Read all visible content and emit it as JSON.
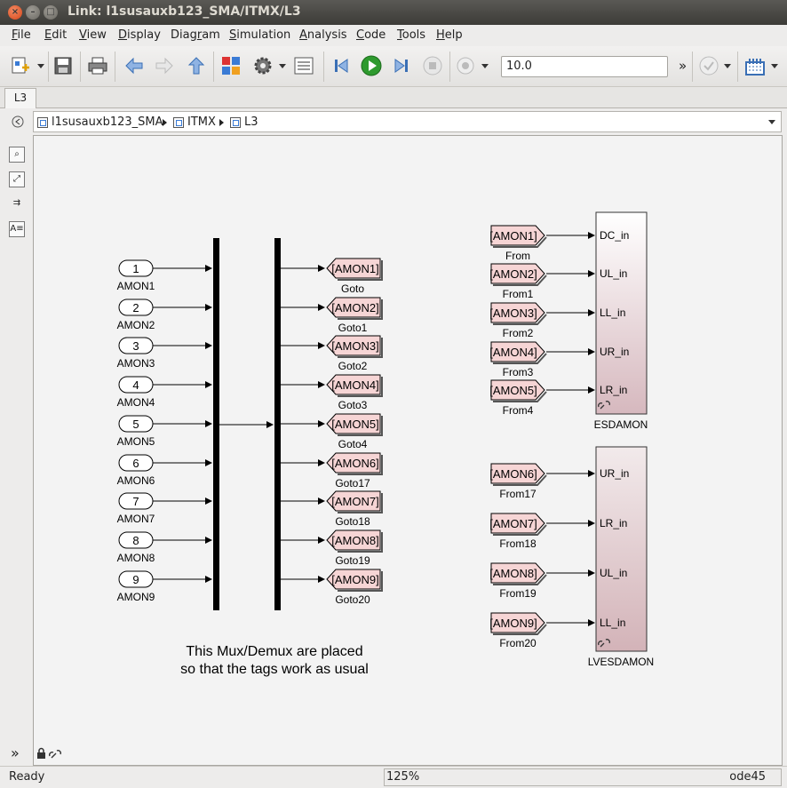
{
  "window": {
    "title": "Link: l1susauxb123_SMA/ITMX/L3"
  },
  "menu": [
    {
      "label": "File",
      "key": "F"
    },
    {
      "label": "Edit",
      "key": "E"
    },
    {
      "label": "View",
      "key": "V"
    },
    {
      "label": "Display",
      "key": "D"
    },
    {
      "label": "Diagram",
      "key": "r"
    },
    {
      "label": "Simulation",
      "key": "S"
    },
    {
      "label": "Analysis",
      "key": "A"
    },
    {
      "label": "Code",
      "key": "C"
    },
    {
      "label": "Tools",
      "key": "T"
    },
    {
      "label": "Help",
      "key": "H"
    }
  ],
  "toolbar": {
    "stop_time": "10.0",
    "more": "»"
  },
  "tabs": [
    {
      "label": "L3"
    }
  ],
  "breadcrumb": [
    "l1susauxb123_SMA",
    "ITMX",
    "L3"
  ],
  "palette": {
    "expand": "»"
  },
  "diagram": {
    "inports": [
      {
        "num": "1",
        "name": "AMON1"
      },
      {
        "num": "2",
        "name": "AMON2"
      },
      {
        "num": "3",
        "name": "AMON3"
      },
      {
        "num": "4",
        "name": "AMON4"
      },
      {
        "num": "5",
        "name": "AMON5"
      },
      {
        "num": "6",
        "name": "AMON6"
      },
      {
        "num": "7",
        "name": "AMON7"
      },
      {
        "num": "8",
        "name": "AMON8"
      },
      {
        "num": "9",
        "name": "AMON9"
      }
    ],
    "gotos": [
      {
        "tag": "[AMON1]",
        "name": "Goto"
      },
      {
        "tag": "[AMON2]",
        "name": "Goto1"
      },
      {
        "tag": "[AMON3]",
        "name": "Goto2"
      },
      {
        "tag": "[AMON4]",
        "name": "Goto3"
      },
      {
        "tag": "[AMON5]",
        "name": "Goto4"
      },
      {
        "tag": "[AMON6]",
        "name": "Goto17"
      },
      {
        "tag": "[AMON7]",
        "name": "Goto18"
      },
      {
        "tag": "[AMON8]",
        "name": "Goto19"
      },
      {
        "tag": "[AMON9]",
        "name": "Goto20"
      }
    ],
    "froms_top": [
      {
        "tag": "[AMON1]",
        "name": "From",
        "port": "DC_in"
      },
      {
        "tag": "[AMON2]",
        "name": "From1",
        "port": "UL_in"
      },
      {
        "tag": "[AMON3]",
        "name": "From2",
        "port": "LL_in"
      },
      {
        "tag": "[AMON4]",
        "name": "From3",
        "port": "UR_in"
      },
      {
        "tag": "[AMON5]",
        "name": "From4",
        "port": "LR_in"
      }
    ],
    "froms_bottom": [
      {
        "tag": "[AMON6]",
        "name": "From17",
        "port": "UR_in"
      },
      {
        "tag": "[AMON7]",
        "name": "From18",
        "port": "LR_in"
      },
      {
        "tag": "[AMON8]",
        "name": "From19",
        "port": "UL_in"
      },
      {
        "tag": "[AMON9]",
        "name": "From20",
        "port": "LL_in"
      }
    ],
    "subsystem_top": "ESDAMON",
    "subsystem_bottom": "LVESDAMON",
    "annotation": [
      "This Mux/Demux are placed",
      "so that the tags work as usual"
    ],
    "colors": {
      "tag_fill": "#f6d5d5",
      "subsystem_top": "#ffffff",
      "subsystem_bottom": "#dcc0c4"
    }
  },
  "status": {
    "ready": "Ready",
    "zoom": "125%",
    "solver": "ode45"
  }
}
